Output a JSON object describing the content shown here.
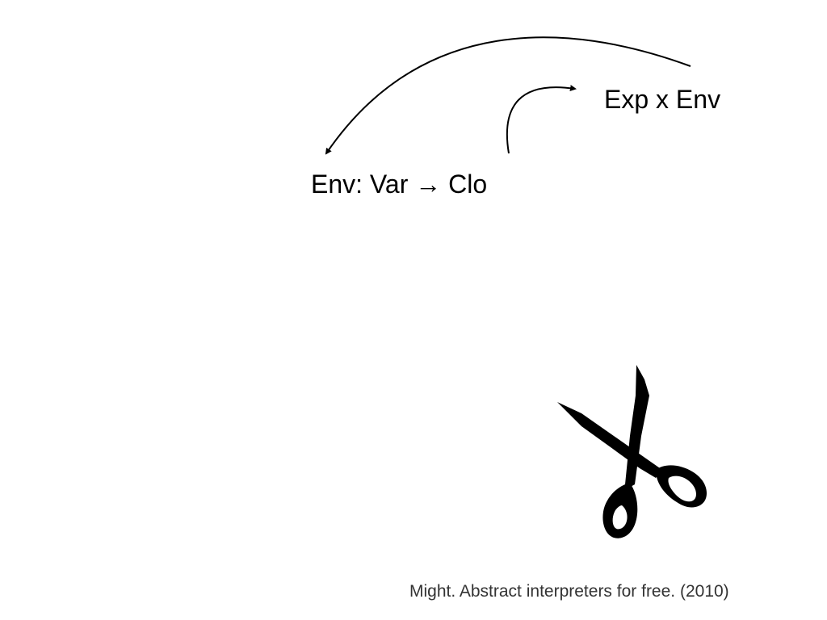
{
  "diagram": {
    "nodes": [
      {
        "id": "exp-env",
        "text": "Exp x Env"
      },
      {
        "id": "env-def",
        "text": "Env: Var → Clo"
      }
    ],
    "edges": [
      {
        "from": "exp-env",
        "to": "env-def",
        "label": ""
      },
      {
        "from": "env-def",
        "to": "exp-env",
        "label": ""
      }
    ]
  },
  "citation": "Might. Abstract interpreters for free. (2010)",
  "icons": [
    "scissors-icon"
  ],
  "colors": {
    "background": "#ffffff",
    "ink": "#000000",
    "citation": "#333333"
  }
}
